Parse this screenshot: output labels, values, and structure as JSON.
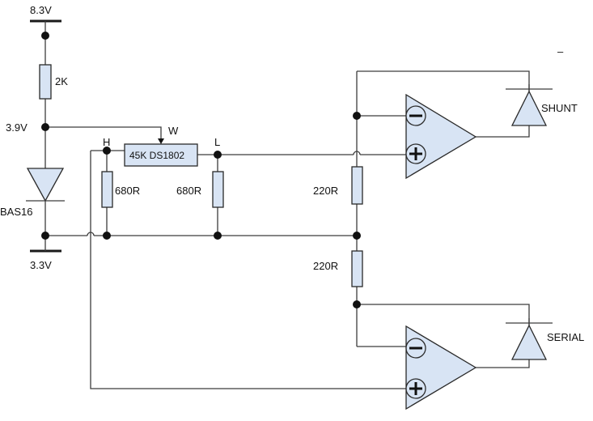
{
  "supplies": {
    "top": "8.3V",
    "mid": "3.9V",
    "bottom": "3.3V"
  },
  "components": {
    "r_top": "2K",
    "diode": "BAS16",
    "pot": "45K DS1802",
    "r_h": "680R",
    "r_l": "680R",
    "r_div_top": "220R",
    "r_div_bottom": "220R"
  },
  "pins": {
    "h": "H",
    "w": "W",
    "l": "L"
  },
  "outputs": {
    "shunt": "SHUNT",
    "serial": "SERIAL"
  },
  "marks": {
    "corner_dash": "–"
  }
}
